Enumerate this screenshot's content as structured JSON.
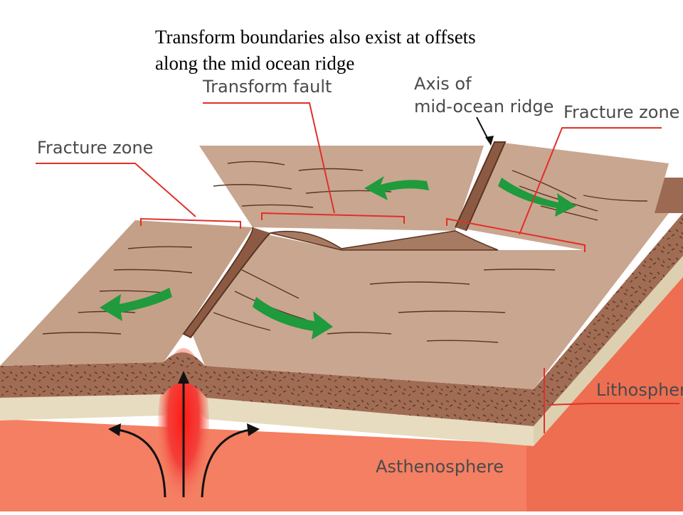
{
  "caption": {
    "line1": "Transform boundaries also exist at offsets",
    "line2": "along the mid ocean ridge"
  },
  "labels": {
    "transform_fault": "Transform fault",
    "axis_line1": "Axis of",
    "axis_line2": "mid-ocean ridge",
    "fracture_zone_left": "Fracture zone",
    "fracture_zone_right": "Fracture zone",
    "lithosphere": "Lithosphere",
    "asthenosphere": "Asthenosphere"
  },
  "colors": {
    "crust_top": "#c9a690",
    "crust_dark": "#a77a62",
    "crust_side": "#9c6a52",
    "sediment_band": "#e7dcc0",
    "asthenosphere": "#f47f62",
    "magma": "#e8221e",
    "arrow_green": "#1f9a3c",
    "leader_red": "#e0302a",
    "label_gray": "#4a4a4a"
  }
}
